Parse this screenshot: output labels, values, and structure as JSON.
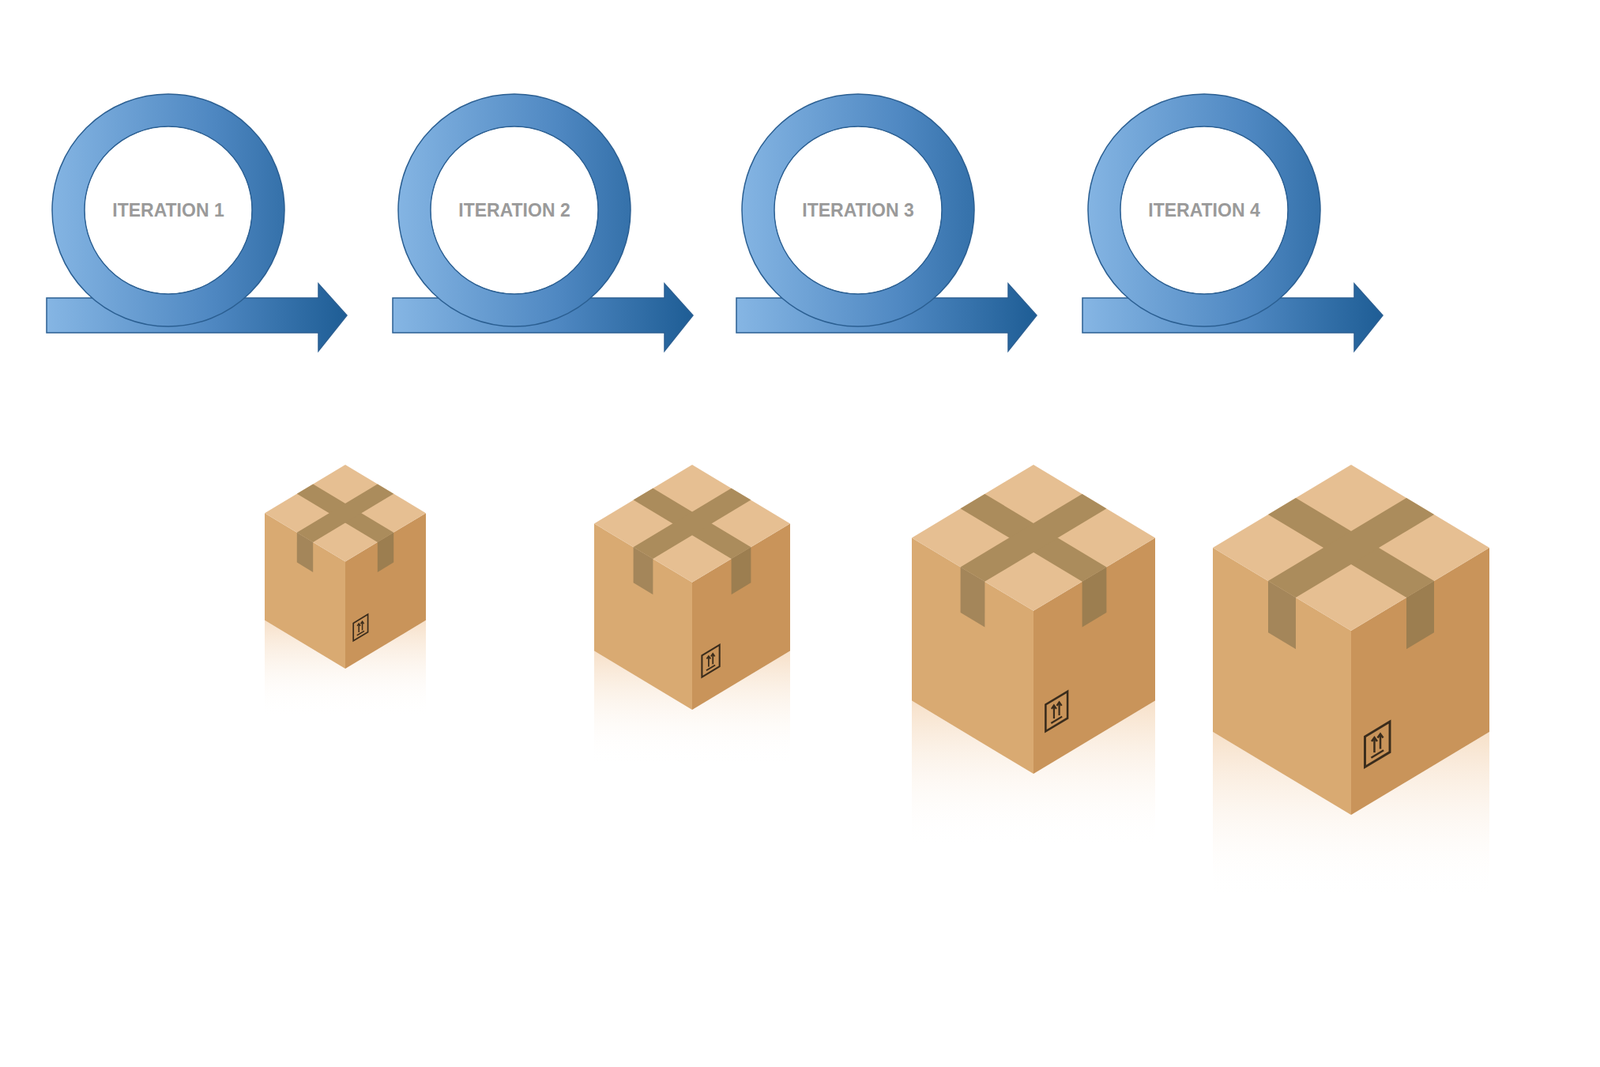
{
  "diagram": {
    "nodes": [
      {
        "text": [
          "ITERATION 1"
        ]
      },
      {
        "text": [
          "ITERATION 2"
        ]
      },
      {
        "text": [
          "ITERATION 3"
        ]
      },
      {
        "text": [
          "ITERATION 4"
        ]
      }
    ]
  }
}
